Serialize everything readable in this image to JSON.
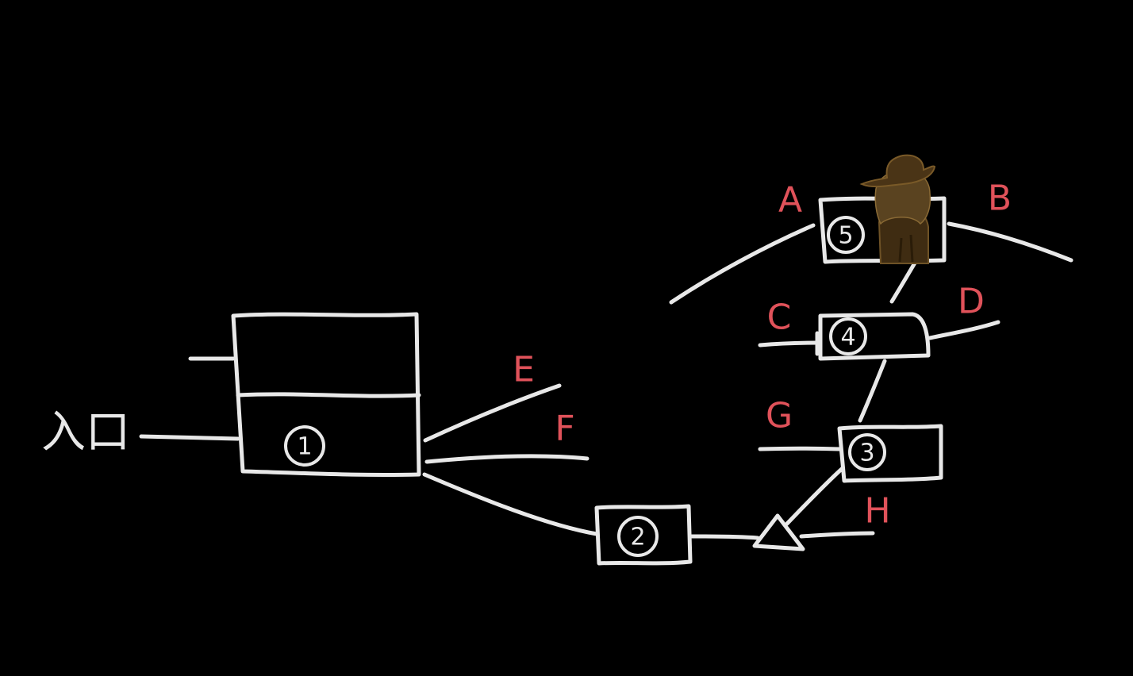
{
  "diagram": {
    "entrance_label": "入口",
    "nodes": [
      {
        "id": "1",
        "text": "1"
      },
      {
        "id": "2",
        "text": "2"
      },
      {
        "id": "3",
        "text": "3"
      },
      {
        "id": "4",
        "text": "4"
      },
      {
        "id": "5",
        "text": "5"
      }
    ],
    "exits": [
      "A",
      "B",
      "C",
      "D",
      "E",
      "F",
      "G",
      "H"
    ],
    "colors": {
      "background": "#000000",
      "chalk": "#e8e8e8",
      "exit_labels": "#e0525a",
      "figure": "#4a3416"
    },
    "icons": {
      "junction": "triangle-icon",
      "character": "cowboy-figure-icon"
    }
  }
}
